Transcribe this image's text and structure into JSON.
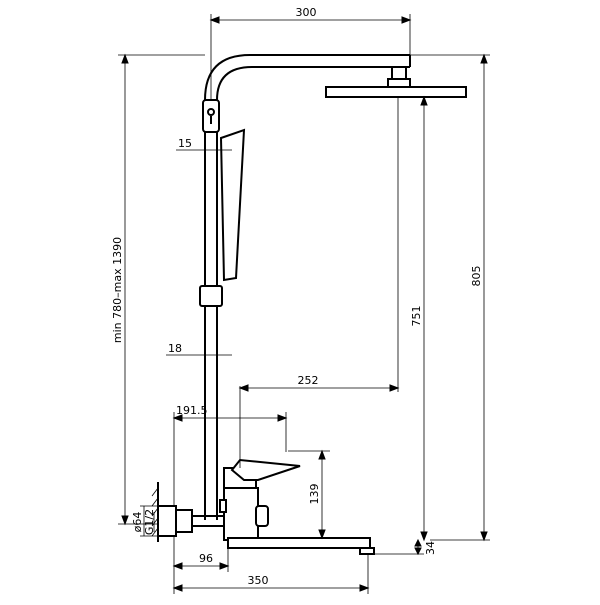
{
  "dimensions": {
    "top_width": "300",
    "height_range": "min 780–max 1390",
    "head_height": "805",
    "arm_height": "751",
    "slide_rail_diameter": "15",
    "pipe_diameter": "18",
    "arm_offset": "252",
    "mixer_offset": "191.5",
    "mixer_height": "139",
    "flange_diameter": "ø64",
    "thread": "G1/2",
    "wall_distance": "96",
    "spout_length": "350",
    "spout_height": "34"
  }
}
